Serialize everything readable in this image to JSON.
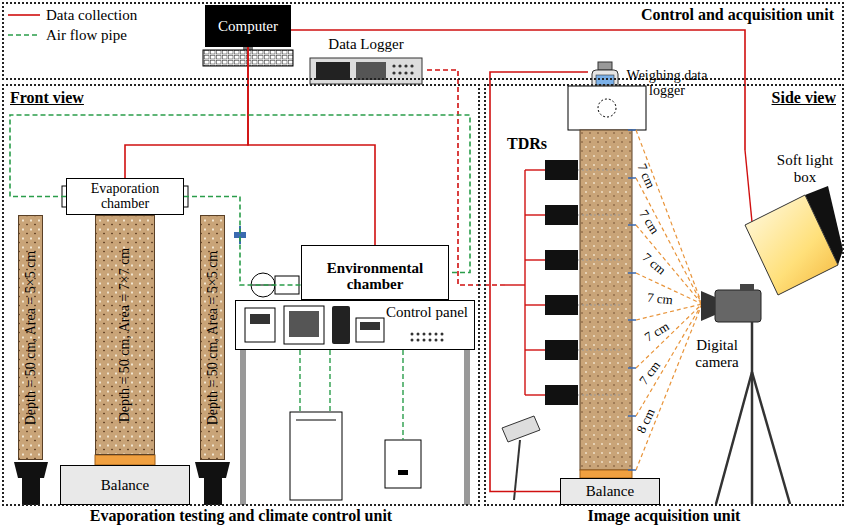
{
  "diagram": {
    "nodes": [
      {
        "text": [
          "Control and acquisition unit"
        ]
      },
      {
        "text": [
          "Computer"
        ],
        "in": 0
      },
      {
        "text": [
          "Data Logger"
        ],
        "in": 0
      },
      {
        "text": [
          "Weighing data logger"
        ],
        "in": 0
      },
      {
        "text": [
          "Front view",
          "Evaporation testing and climate control unit"
        ]
      },
      {
        "text": [
          "Evaporation chamber"
        ],
        "in": 4
      },
      {
        "text": [
          "Depth = 50 cm, Area = 5×5 cm"
        ],
        "in": 4
      },
      {
        "text": [
          "Depth = 50 cm, Area = 7×7 cm"
        ],
        "in": 4
      },
      {
        "text": [
          "Depth = 50 cm, Area = 5×5 cm"
        ],
        "in": 4
      },
      {
        "text": [
          "Environmental chamber"
        ],
        "in": 4
      },
      {
        "text": [
          "Control panel"
        ],
        "in": 4
      },
      {
        "text": [
          "Balance"
        ],
        "in": 4
      },
      {
        "text": [
          "Side view",
          "Image acquisition unit"
        ]
      },
      {
        "text": [
          "TDRs"
        ],
        "in": 12
      },
      {
        "text": [
          "Balance"
        ],
        "in": 12
      },
      {
        "text": [
          "Soft light box"
        ],
        "in": 12
      },
      {
        "text": [
          "Digital camera"
        ],
        "in": 12
      }
    ],
    "edges": [
      {
        "from": 1,
        "to": 5,
        "arrow": "none"
      },
      {
        "from": 1,
        "to": 9,
        "arrow": "none"
      },
      {
        "from": 1,
        "to": 15,
        "arrow": "none"
      },
      {
        "from": 2,
        "to": 13,
        "arrow": "none"
      },
      {
        "from": 3,
        "to": 14,
        "arrow": "none"
      },
      {
        "from": 5,
        "to": 9,
        "arrow": "none"
      },
      {
        "from": 5,
        "to": 9,
        "arrow": "none"
      }
    ],
    "labels": [
      "7 cm",
      "7 cm",
      "7 cm",
      "7 cm",
      "7 cm",
      "7 cm",
      "8 cm"
    ],
    "legend": [
      {
        "text": "Data collection"
      },
      {
        "text": "Air flow pipe"
      }
    ]
  }
}
